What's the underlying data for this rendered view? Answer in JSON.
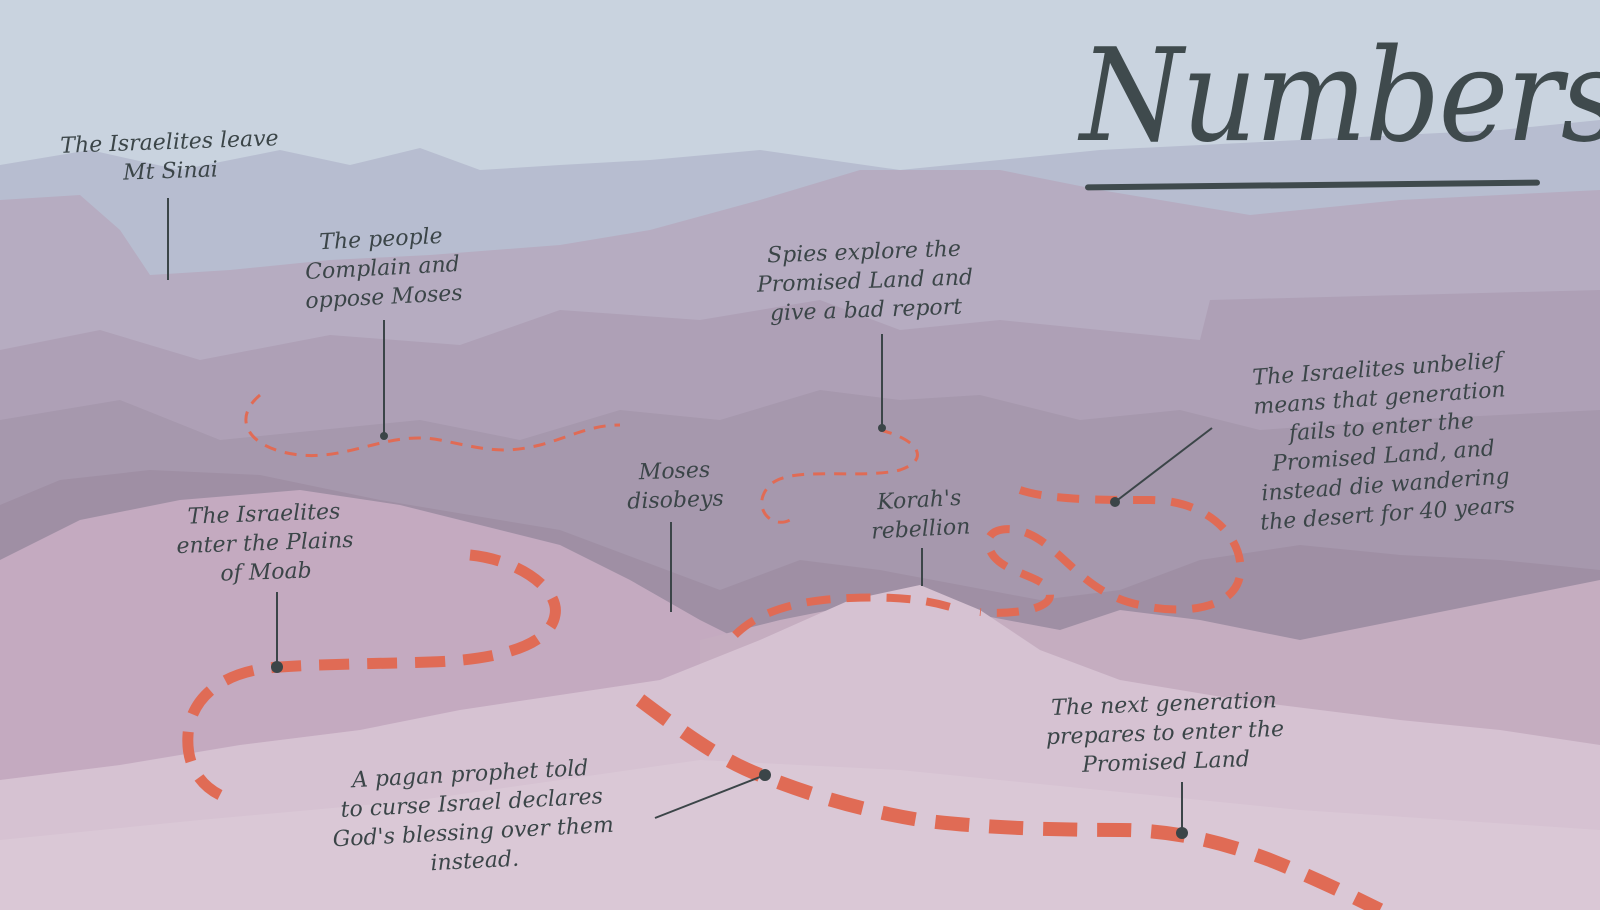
{
  "title": "Numbers",
  "colors": {
    "sky": "#c9d3df",
    "path": "#e06b55",
    "ink": "#3b4548",
    "title_ink": "#3f4a4d"
  },
  "events": [
    {
      "id": "leave-sinai",
      "lines": [
        "The Israelites leave",
        "Mt Sinai"
      ]
    },
    {
      "id": "complain",
      "lines": [
        "The people",
        "Complain and",
        "oppose Moses"
      ]
    },
    {
      "id": "spies",
      "lines": [
        "Spies explore the",
        "Promised Land and",
        "give a bad report"
      ]
    },
    {
      "id": "unbelief",
      "lines": [
        "The Israelites unbelief",
        "means that generation",
        "fails to enter the",
        "Promised Land, and",
        "instead die wandering",
        "the desert for 40 years"
      ]
    },
    {
      "id": "moses-disobeys",
      "lines": [
        "Moses",
        "disobeys"
      ]
    },
    {
      "id": "korah",
      "lines": [
        "Korah's",
        "rebellion"
      ]
    },
    {
      "id": "moab",
      "lines": [
        "The Israelites",
        "enter the Plains",
        "of Moab"
      ]
    },
    {
      "id": "balaam",
      "lines": [
        "A pagan prophet told",
        "to curse Israel declares",
        "God's blessing over them",
        "instead."
      ]
    },
    {
      "id": "next-generation",
      "lines": [
        "The next generation",
        "prepares to enter the",
        "Promised Land"
      ]
    }
  ]
}
